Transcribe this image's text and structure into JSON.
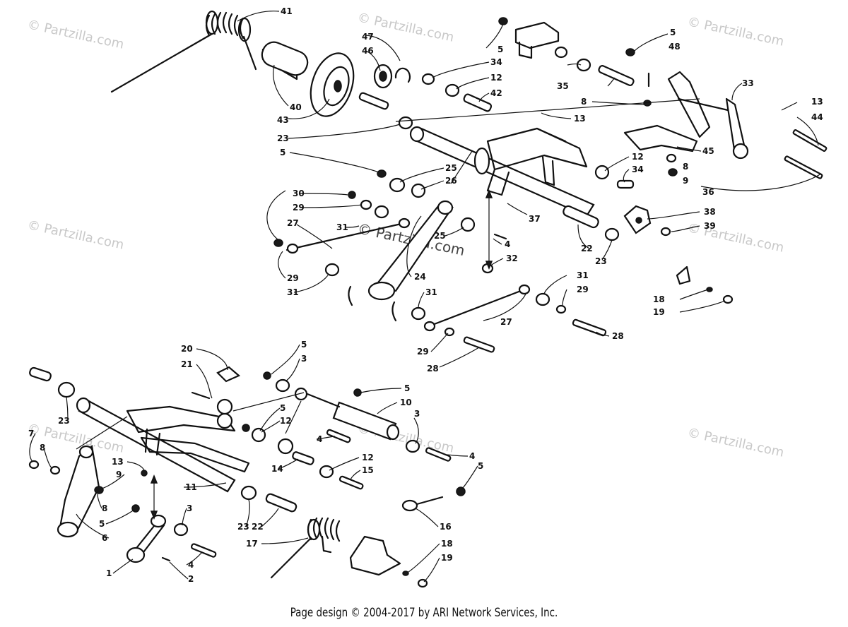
{
  "watermark": "© Partzilla.com",
  "center_watermark": "© Partzilla.com",
  "footer": "Page design © 2004-2017 by ARI Network Services, Inc.",
  "callouts": [
    "41",
    "47",
    "46",
    "40",
    "43",
    "23",
    "5",
    "34",
    "12",
    "42",
    "35",
    "48",
    "5",
    "33",
    "13",
    "44",
    "8",
    "13",
    "5",
    "25",
    "26",
    "12",
    "34",
    "45",
    "8",
    "9",
    "36",
    "30",
    "29",
    "27",
    "31",
    "25",
    "4",
    "37",
    "38",
    "39",
    "22",
    "23",
    "29",
    "31",
    "32",
    "24",
    "31",
    "29",
    "31",
    "27",
    "18",
    "19",
    "28",
    "29",
    "28",
    "20",
    "21",
    "5",
    "3",
    "5",
    "10",
    "23",
    "7",
    "8",
    "13",
    "9",
    "5",
    "12",
    "4",
    "3",
    "12",
    "11",
    "14",
    "15",
    "4",
    "5",
    "8",
    "5",
    "6",
    "3",
    "23",
    "22",
    "16",
    "17",
    "18",
    "19",
    "4",
    "1",
    "2"
  ]
}
